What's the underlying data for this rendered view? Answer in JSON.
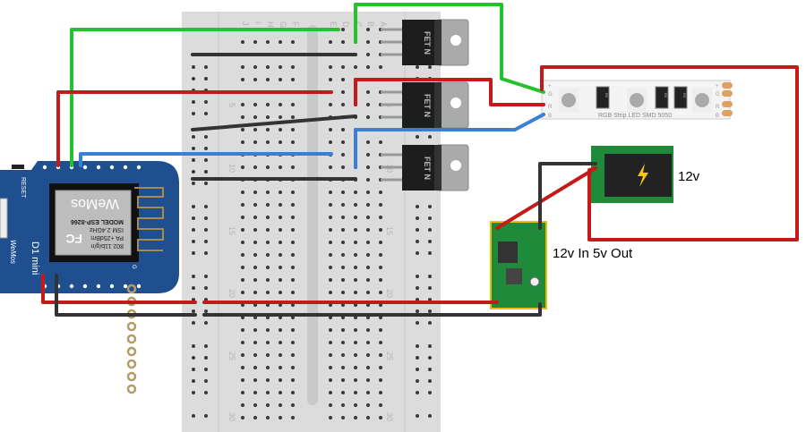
{
  "breadboard": {
    "column_letters": [
      "J",
      "I",
      "H",
      "G",
      "F",
      "E",
      "D",
      "C",
      "B",
      "A"
    ],
    "row_numbers": [
      "5",
      "10",
      "15",
      "20",
      "25",
      "30"
    ]
  },
  "wemos": {
    "reset_label": "RESET",
    "board_name": "D1 mini",
    "brand_script": "WeMos",
    "chip_brand": "WeMos",
    "model": "MODEL  ESP-8266",
    "line2": "ISM 2.4GHz",
    "line3": "PA +25dBm",
    "line4": "802.11b/g/n",
    "fcc": "FC",
    "pin_g": "G"
  },
  "mosfets": [
    {
      "label": "FET N"
    },
    {
      "label": "FET N"
    },
    {
      "label": "FET N"
    }
  ],
  "led_strip": {
    "label": "RGB Strip LED SMD 5050",
    "pins": [
      "+",
      "G",
      "R",
      "B"
    ],
    "resistors": [
      "R1",
      "R2",
      "R3"
    ]
  },
  "power_jack": {
    "label": "12v"
  },
  "buck_converter": {
    "label": "12v In 5v Out"
  },
  "colors": {
    "red": "#c41a1a",
    "green": "#25c12f",
    "blue": "#3a7fd5",
    "black": "#333333",
    "wemos_blue": "#1f4f8f",
    "pcb_green": "#1f8a3a"
  }
}
